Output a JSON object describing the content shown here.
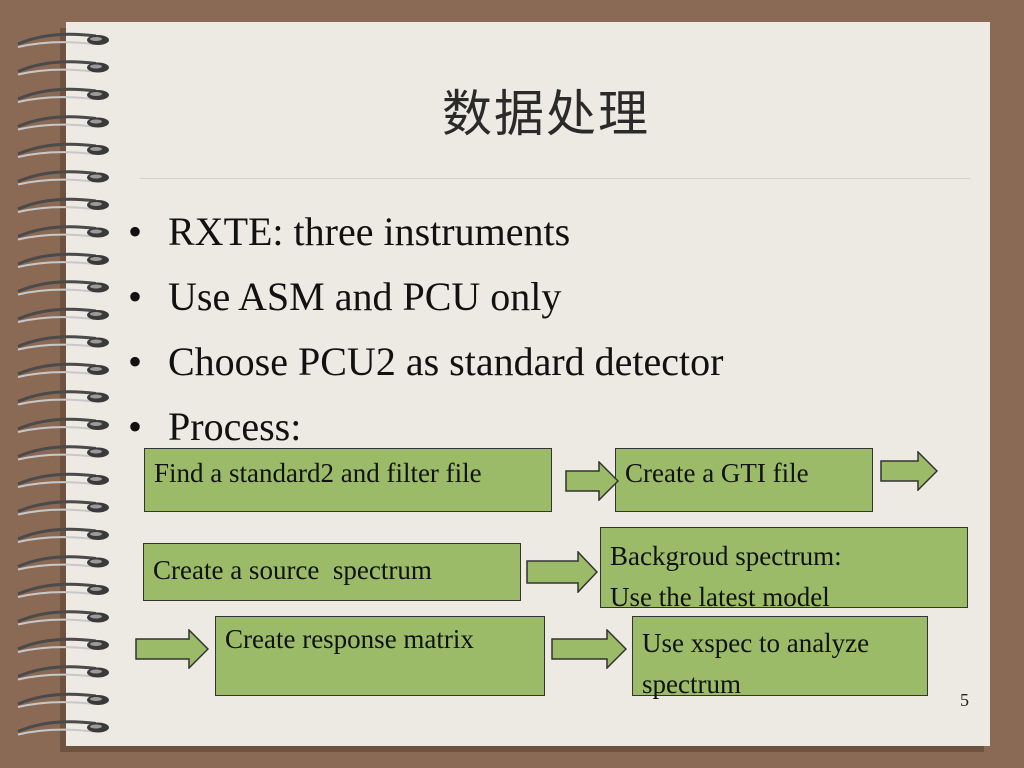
{
  "slide": {
    "title": "数据处理",
    "bullets": [
      "RXTE: three instruments",
      "Use ASM and PCU only",
      "Choose PCU2 as standard detector",
      "Process:"
    ],
    "bullet_glyph": "•",
    "page_number": "5"
  },
  "flow": {
    "steps": [
      "Find a standard2 and filter file",
      "Create a GTI file",
      "Create a source  spectrum",
      "Backgroud spectrum:",
      "Use the latest model",
      "Create response matrix",
      "Use xspec to analyze",
      "spectrum"
    ]
  },
  "colors": {
    "frame": "#8b6a55",
    "slide": "#ede9e3",
    "box_fill": "#9bbb68",
    "box_border": "#333333"
  }
}
